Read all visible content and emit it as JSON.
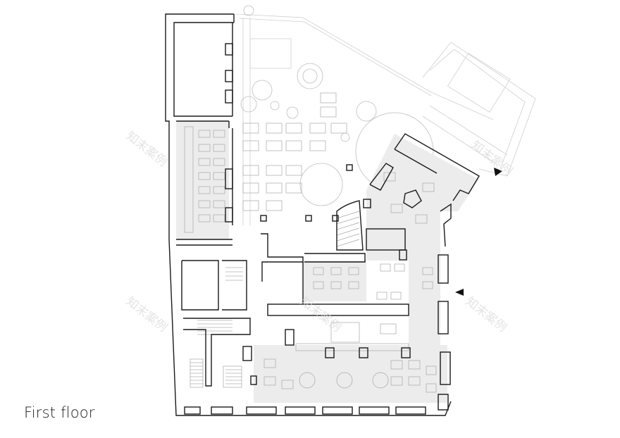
{
  "caption": "First floor",
  "watermark": "知末案例",
  "colors": {
    "wall": "#1a1a1a",
    "floor_fill": "#ececec",
    "faint_line": "#c8c8c8",
    "furniture": "#9a9a9a",
    "watermark": "#d9d9d9"
  },
  "icons": [
    "entrance-arrow",
    "entrance-arrow"
  ]
}
